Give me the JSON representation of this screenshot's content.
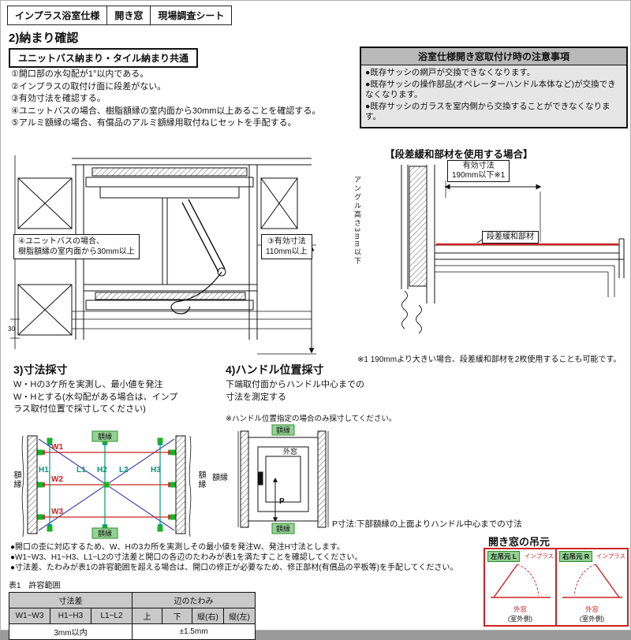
{
  "header": {
    "title1": "インプラス浴室仕様",
    "title2": "開き窓",
    "title3": "現場調査シート"
  },
  "section2": {
    "heading": "2)納まり確認",
    "subheading": "ユニットバス納まり・タイル納まり共通",
    "items": [
      "①開口部の水勾配が1°以内である。",
      "②インプラスの取付け面に段差がない。",
      "③有効寸法を確認する。",
      "④ユニットバスの場合、樹脂額縁の室内面から30mm以上あることを確認する。",
      "⑤アルミ額縁の場合、有償品のアルミ額縁用取付ねじセットを手配する。"
    ],
    "callout4_line1": "④ユニットバスの場合、",
    "callout4_line2": "樹脂額縁の室内面から30mm以上",
    "callout3_line1": "③有効寸法",
    "callout3_line2": "110mm以上",
    "dim30": "30"
  },
  "notice": {
    "title": "浴室仕様開き窓取付け時の注意事項",
    "items": [
      "●既存サッシの網戸が交換できなくなります。",
      "●既存サッシの操作部品(オペレーターハンドル本体など)が交換できなくなります。",
      "●既存サッシのガラスを室内側から交換することができなくなります。"
    ]
  },
  "step_material": {
    "heading": "【段差緩和部材を使用する場合】",
    "dim_line1": "有効寸法",
    "dim_line2": "190mm以下※1",
    "part_label": "段差緩和部材",
    "angle_label": "アングル高さ3mm以下",
    "footnote": "※1 190mmより大きい場合、段差緩和部材を2枚使用することも可能です。"
  },
  "section3": {
    "heading": "3)寸法採寸",
    "desc1": "W・Hの3ケ所を実測し、最小値を発注",
    "desc2": "W・Hとする(水勾配がある場合は、インプ",
    "desc3": "ラス取付位置で採寸してください)",
    "w1": "W1",
    "w2": "W2",
    "w3": "W3",
    "h1": "H1",
    "h2": "H2",
    "h3": "H3",
    "l1": "L1",
    "l2": "L2",
    "frame": "額縁"
  },
  "section4": {
    "heading": "4)ハンドル位置採寸",
    "desc1": "下端取付面からハンドル中心までの",
    "desc2": "寸法を測定する",
    "note": "※ハンドル位置指定の場合のみ採寸してください。",
    "frame": "額縁",
    "window": "外窓",
    "p": "P",
    "p_note": "P寸法:下部額縁の上面よりハンドル中心までの寸法"
  },
  "bullets": [
    "●開口の歪に対応するため、W、Hの3カ所を実測しその最小値を発注W、発注H寸法とします。",
    "●W1~W3、H1~H3、L1~L2の寸法差と開口の各辺のたわみが表1を満たすことを確認してください。",
    "●寸法差、たわみが表1の許容範囲を超える場合は、開口の修正が必要なため、修正部材(有償品の平板等)を手配してください。"
  ],
  "table1": {
    "caption": "表1　許容範囲",
    "group1": "寸法差",
    "group2": "辺のたわみ",
    "cols": [
      "W1~W3",
      "H1~H3",
      "L1~L2",
      "上",
      "下",
      "縦(右)",
      "縦(左)"
    ],
    "val1": "3mm以内",
    "val2": "±1.5mm"
  },
  "hinge": {
    "heading": "開き窓の吊元",
    "left_label": "左吊元 L",
    "right_label": "右吊元 R",
    "inplus": "インプラス",
    "outer": "外窓",
    "outside": "(室外側)"
  },
  "colors": {
    "accent_red": "#cc2222",
    "accent_green": "#17b427",
    "accent_teal": "#009977",
    "accent_blue": "#3a3ab0",
    "header_gray": "#c9c9c9"
  }
}
